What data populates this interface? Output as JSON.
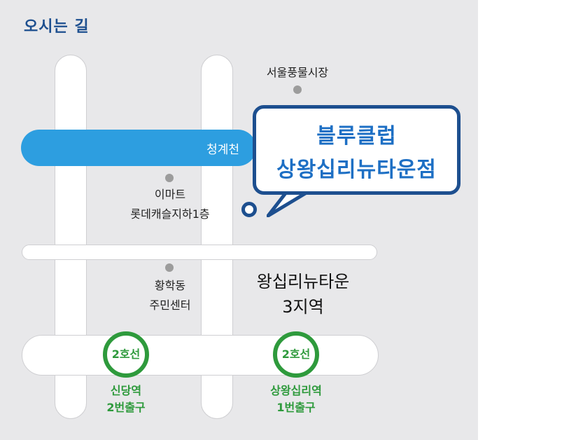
{
  "title": "오시는 길",
  "river": {
    "label": "청계천"
  },
  "store": {
    "line1": "블루클럽",
    "line2": "상왕십리뉴타운점"
  },
  "landmarks": {
    "market": "서울풍물시장",
    "emart_line1": "이마트",
    "emart_line2": "롯데캐슬지하1층",
    "office_line1": "황학동",
    "office_line2": "주민센터",
    "area_line1": "왕십리뉴타운",
    "area_line2": "3지역"
  },
  "stations": [
    {
      "badge": "2호선",
      "name": "신당역",
      "exit": "2번출구"
    },
    {
      "badge": "2호선",
      "name": "상왕십리역",
      "exit": "1번출구"
    }
  ],
  "colors": {
    "title": "#1d4f8f",
    "river": "#2d9ee0",
    "line2": "#2e9a3c",
    "store_text": "#1d6fc4",
    "background": "#e8e8ea"
  }
}
